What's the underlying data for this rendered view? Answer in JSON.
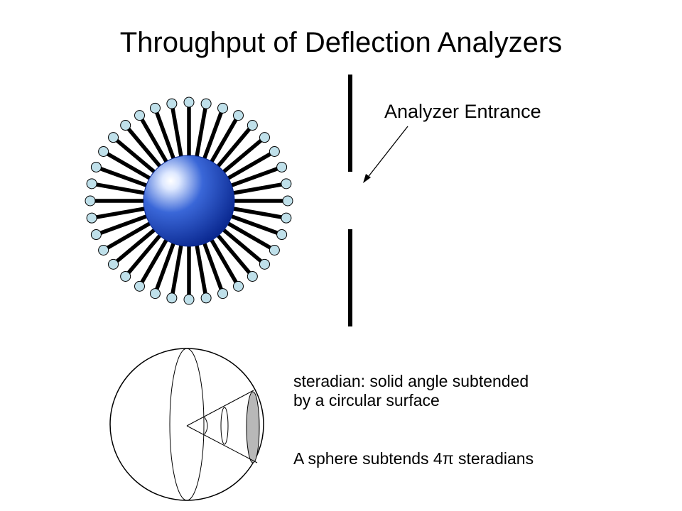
{
  "slide": {
    "title": "Throughput of Deflection Analyzers"
  },
  "analyzer": {
    "entrance_label": "Analyzer Entrance"
  },
  "notes": {
    "line1": "steradian: solid angle subtended",
    "line2": "by a circular surface",
    "line3": "A sphere subtends 4π steradians"
  },
  "colors": {
    "sphere_light": "#f2f6ff",
    "sphere_mid": "#3a67d8",
    "sphere_dark": "#0a2890",
    "probe_fill": "#bfe0ea",
    "cap_fill": "#b8b8b8"
  }
}
